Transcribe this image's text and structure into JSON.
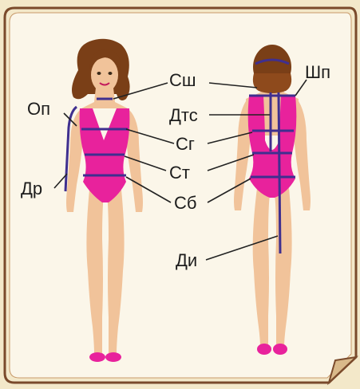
{
  "labels": {
    "neck_girth": "Сш",
    "shoulder_width": "Шп",
    "shoulder_girth": "Оп",
    "back_waist_length": "Дтс",
    "chest_girth": "Сг",
    "waist_girth": "Ст",
    "sleeve_length": "Др",
    "hip_girth": "Сб",
    "product_length": "Ди"
  },
  "colors": {
    "panel_bg": "#f3e8c9",
    "panel_border": "#7a4a2b",
    "swimsuit": "#e8229c",
    "skin": "#f1c39a",
    "hair": "#7a3f17",
    "measure_line": "#3f2f8f",
    "pointer": "#222222"
  },
  "icons": {
    "front_figure": "woman-front-figure-icon",
    "back_figure": "woman-back-figure-icon"
  }
}
